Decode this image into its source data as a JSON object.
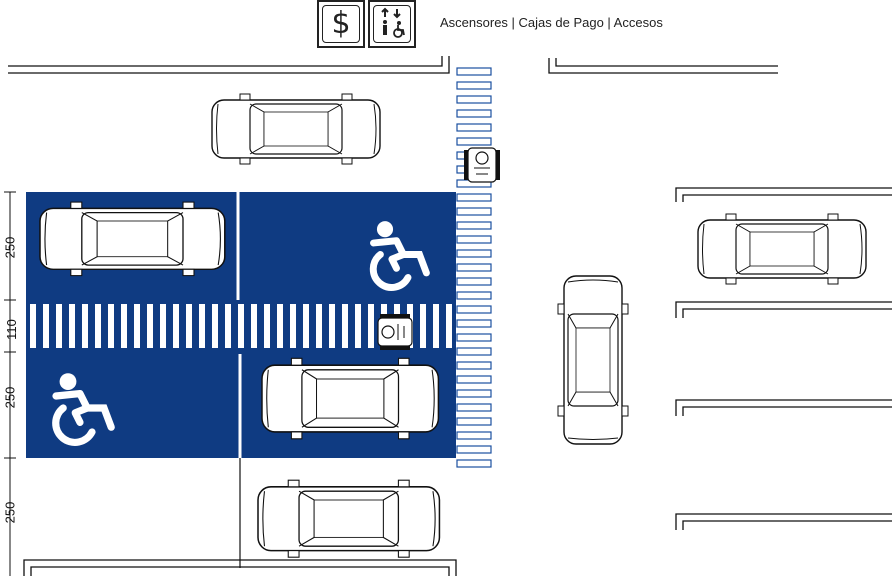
{
  "header": {
    "caption": "Ascensores | Cajas de Pago | Accesos",
    "icons": [
      {
        "name": "dollar-sign-icon",
        "glyph": "$"
      },
      {
        "name": "elevator-accessible-icon",
        "glyph": "⇅"
      }
    ]
  },
  "dimensions": {
    "parking_stall_1": "250",
    "aisle": "110",
    "parking_stall_2": "250",
    "parking_stall_3": "250"
  },
  "colors": {
    "accessible_blue": "#0f3b82",
    "stripe_white": "#ffffff",
    "line": "#111111",
    "crosswalk_outline": "#1a4fa0"
  },
  "symbols": [
    "wheelchair-accessible-icon",
    "wheelchair-accessible-icon",
    "wheelchair-user-icon",
    "wheelchair-user-icon"
  ]
}
